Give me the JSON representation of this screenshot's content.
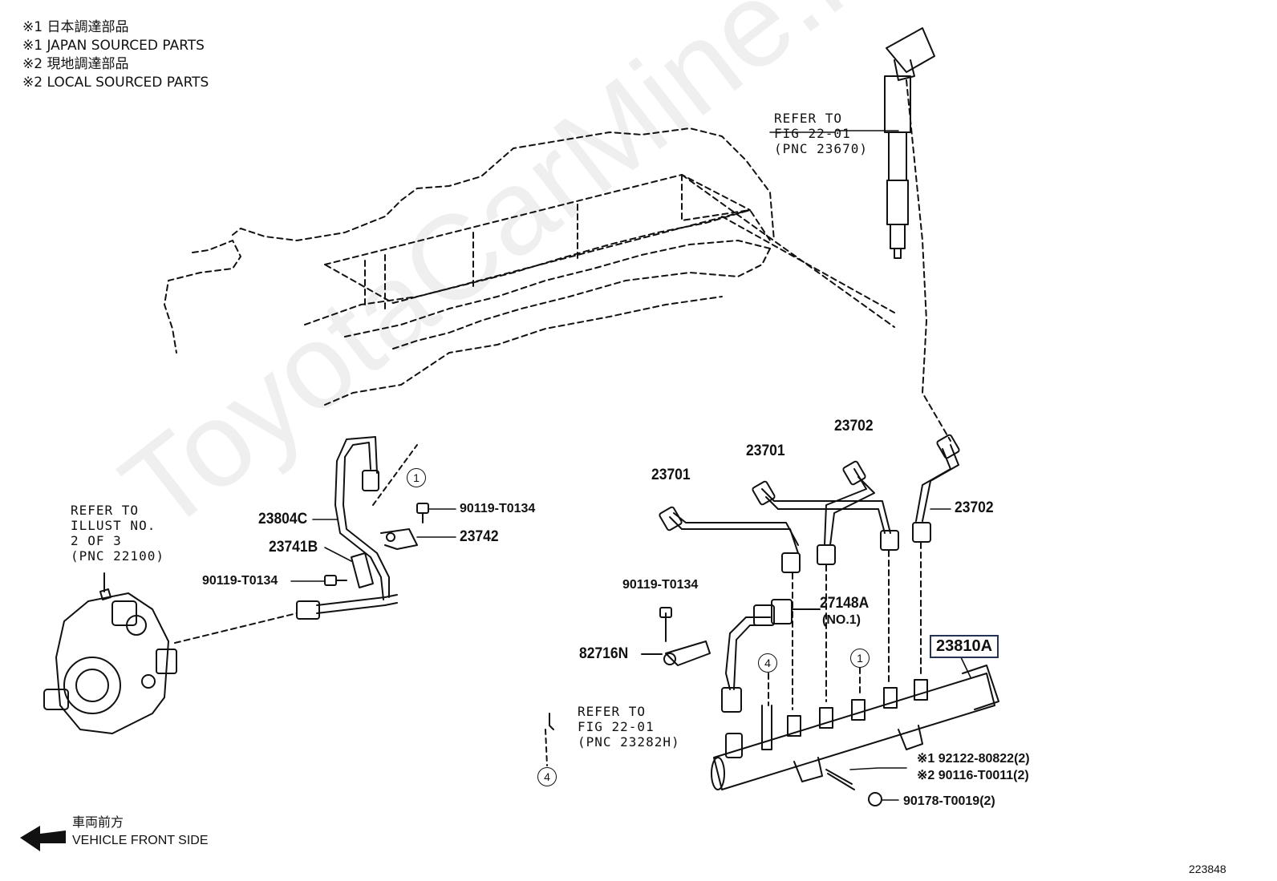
{
  "notes": [
    "※1 日本調達部品",
    "※1 JAPAN SOURCED PARTS",
    "※2 現地調達部品",
    "※2 LOCAL SOURCED PARTS"
  ],
  "watermark": "ToyotaCarMine.ru",
  "refs": {
    "injector": "REFER TO\nFIG 22-01\n(PNC 23670)",
    "pump": "REFER TO\nILLUST NO.\n2 OF 3\n(PNC 22100)",
    "rail": "REFER TO\nFIG 22-01\n(PNC 23282H)"
  },
  "parts": {
    "p23804C": "23804C",
    "p23741B": "23741B",
    "p90119_a": "90119-T0134",
    "p90119_b": "90119-T0134",
    "p90119_c": "90119-T0134",
    "p23742": "23742",
    "p23701_a": "23701",
    "p23701_b": "23701",
    "p23702_a": "23702",
    "p23702_b": "23702",
    "p27148A": "27148A",
    "p27148A_sub": "(NO.1)",
    "p82716N": "82716N",
    "p23810A": "23810A",
    "p92122": "※1 92122-80822(2)",
    "p90116": "※2 90116-T0011(2)",
    "p90178": "90178-T0019(2)"
  },
  "callouts": {
    "c1": "1",
    "c4": "4"
  },
  "front": {
    "jp": "車両前方",
    "en": "VEHICLE FRONT SIDE"
  },
  "figure_id": "223848"
}
